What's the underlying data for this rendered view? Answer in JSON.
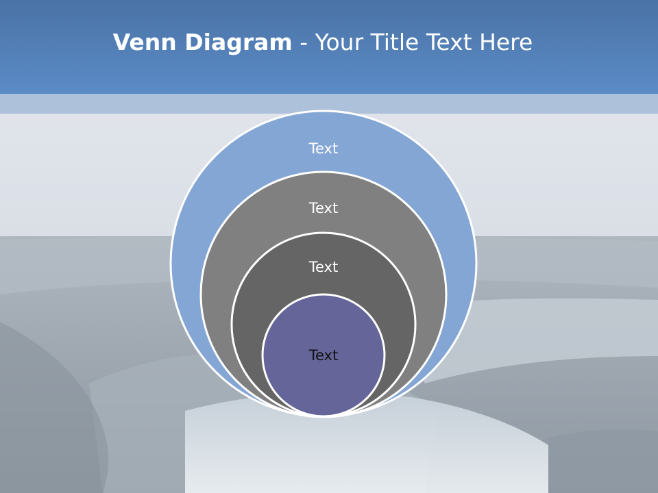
{
  "slide": {
    "title_bold": "Venn Diagram",
    "title_rest": " - Your Title Text Here"
  },
  "diagram": {
    "circles": [
      {
        "label": "Text",
        "fill": "#84a6d4",
        "text_color": "#ffffff"
      },
      {
        "label": "Text",
        "fill": "#808080",
        "text_color": "#ffffff"
      },
      {
        "label": "Text",
        "fill": "#656565",
        "text_color": "#ffffff"
      },
      {
        "label": "Text",
        "fill": "#65659a",
        "text_color": "#111111"
      }
    ],
    "outline_color": "#ffffff"
  },
  "colors": {
    "header": "#5b8bc6",
    "sky": "#dfe4ec",
    "ground": "#9aa4ad"
  }
}
